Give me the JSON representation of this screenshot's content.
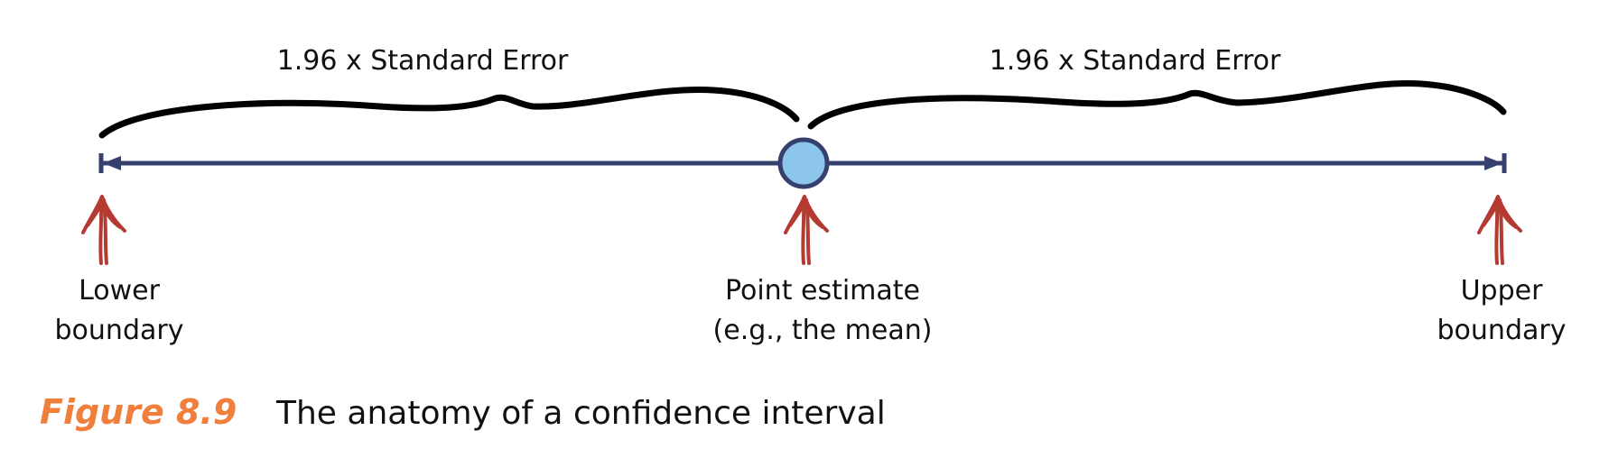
{
  "braces": {
    "left_label": "1.96 x Standard Error",
    "right_label": "1.96 x Standard Error"
  },
  "markers": {
    "lower": [
      "Lower",
      "boundary"
    ],
    "point": [
      "Point estimate",
      "(e.g., the mean)"
    ],
    "upper": [
      "Upper",
      "boundary"
    ]
  },
  "caption": {
    "figure_number": "Figure 8.9",
    "title": "The anatomy of a confidence interval"
  },
  "colors": {
    "line": "#36406e",
    "point_fill": "#8cc6ec",
    "point_stroke": "#36406e",
    "arrow": "#b43a32",
    "brace": "#000000",
    "figure_number": "#f07f3c"
  }
}
